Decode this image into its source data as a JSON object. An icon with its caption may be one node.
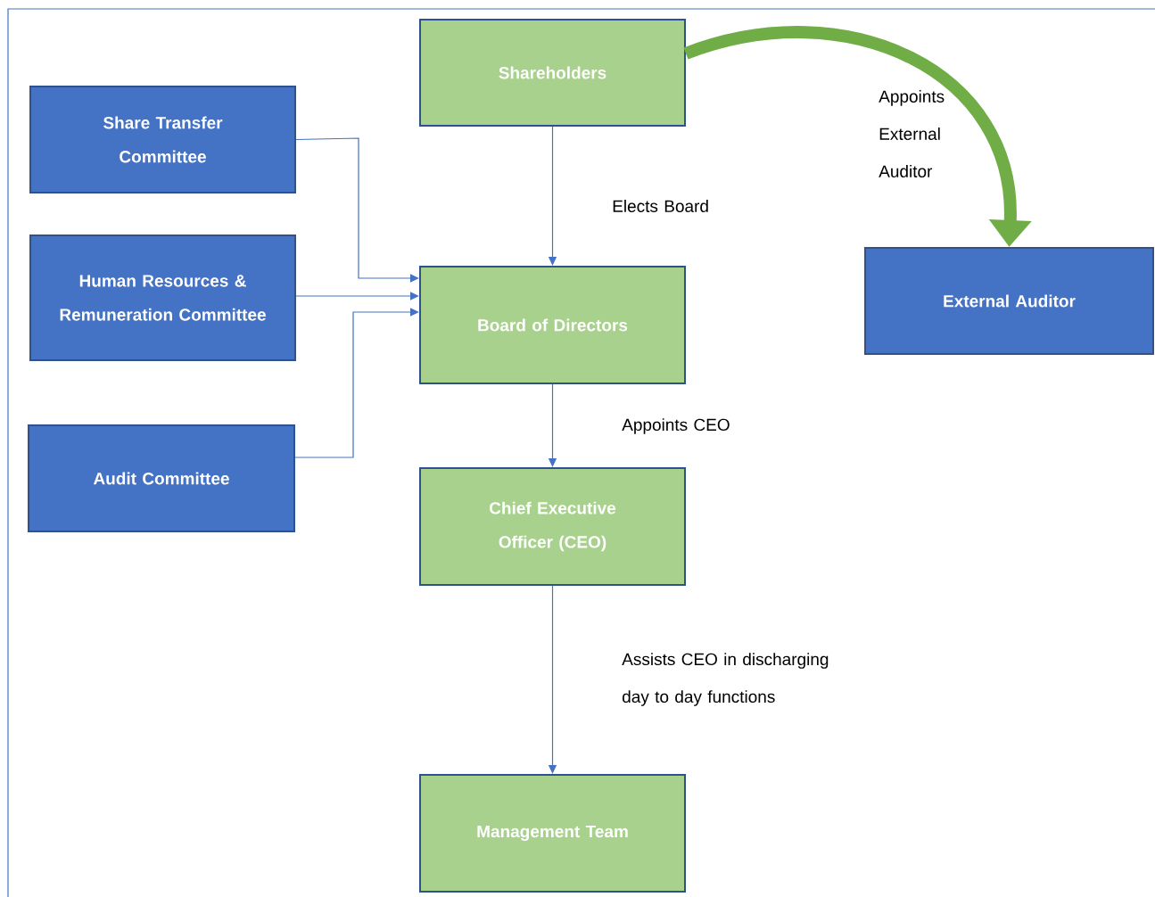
{
  "diagram": {
    "nodes": [
      {
        "text": [
          "Shareholders"
        ]
      },
      {
        "text": [
          "Share Transfer Committee"
        ]
      },
      {
        "text": [
          "Human Resources & Remuneration Committee"
        ]
      },
      {
        "text": [
          "Board of Directors"
        ]
      },
      {
        "text": [
          "External Auditor"
        ]
      },
      {
        "text": [
          "Audit Committee"
        ]
      },
      {
        "text": [
          "Chief Executive Officer (CEO)"
        ]
      },
      {
        "text": [
          "Management Team"
        ]
      }
    ],
    "edges": [
      {
        "from": 0,
        "to": 3,
        "arrow": "to",
        "label": "Elects Board"
      },
      {
        "from": 1,
        "to": 3,
        "arrow": "to"
      },
      {
        "from": 2,
        "to": 3,
        "arrow": "to"
      },
      {
        "from": 5,
        "to": 3,
        "arrow": "to"
      },
      {
        "from": 0,
        "to": 4,
        "arrow": "to",
        "label": "Appoints External Auditor",
        "style": "thick",
        "color": "#70ad47"
      },
      {
        "from": 3,
        "to": 6,
        "arrow": "to",
        "label": "Appoints CEO"
      },
      {
        "from": 6,
        "to": 7,
        "arrow": "to",
        "label": "Assists CEO in discharging day to day functions"
      }
    ]
  }
}
